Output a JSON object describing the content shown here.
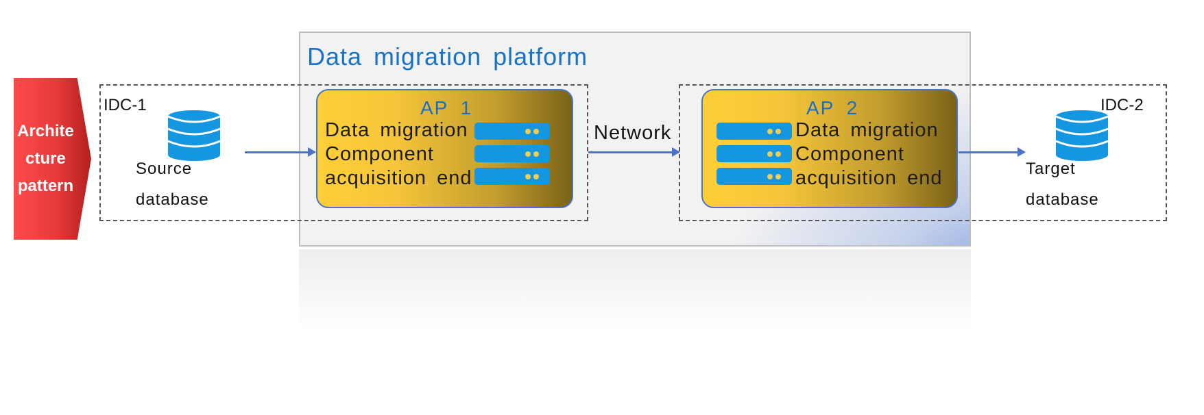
{
  "architecture_tag": {
    "lines": [
      "Archite",
      "cture",
      "pattern"
    ],
    "color": "#e63a3a"
  },
  "platform": {
    "title": "Data migration platform",
    "title_color": "#1a72c4"
  },
  "idc1": {
    "label": "IDC-1"
  },
  "idc2": {
    "label": "IDC-2"
  },
  "source": {
    "label_line1": "Source",
    "label_line2": "database",
    "icon": "database-icon"
  },
  "target": {
    "label_line1": "Target",
    "label_line2": "database",
    "icon": "database-icon"
  },
  "ap1": {
    "title": "AP 1",
    "lines": [
      "Data migration",
      "Component",
      "acquisition end"
    ],
    "server_icon": "server-stack-icon"
  },
  "ap2": {
    "title": "AP 2",
    "lines": [
      "Data migration",
      "Component",
      "acquisition end"
    ],
    "server_icon": "server-stack-icon"
  },
  "network": {
    "label": "Network"
  },
  "colors": {
    "accent_blue": "#4a74c9",
    "db_blue": "#1596e0",
    "ap_gold": "#ffcf38"
  }
}
